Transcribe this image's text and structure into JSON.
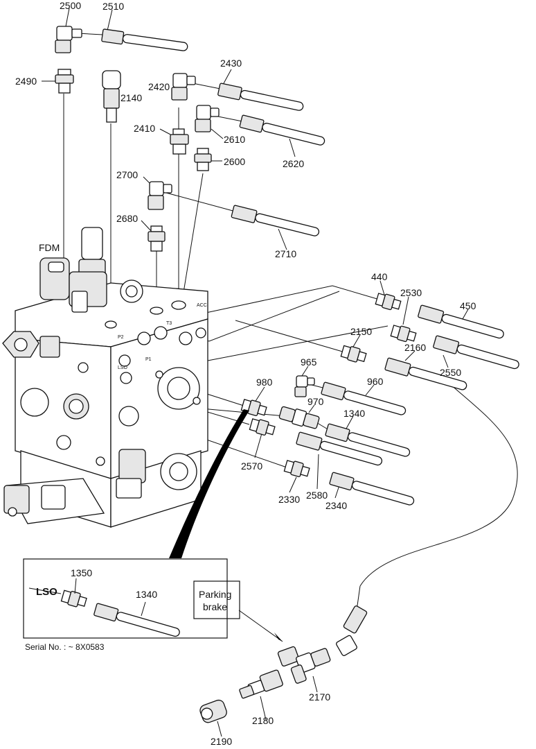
{
  "labels": {
    "p2500": "2500",
    "p2510": "2510",
    "p2490": "2490",
    "p2140": "2140",
    "p2430": "2430",
    "p2420": "2420",
    "p2410": "2410",
    "p2610": "2610",
    "p2600": "2600",
    "p2620": "2620",
    "p2700": "2700",
    "p2680": "2680",
    "p2710": "2710",
    "fdm": "FDM",
    "p440": "440",
    "p2530": "2530",
    "p450": "450",
    "p2150": "2150",
    "p2160": "2160",
    "p2550": "2550",
    "p965": "965",
    "p980": "980",
    "p960": "960",
    "p970": "970",
    "p1340": "1340",
    "p2570": "2570",
    "p2330": "2330",
    "p2580": "2580",
    "p2340": "2340"
  },
  "inset": {
    "lso": "LSO",
    "p1350": "1350",
    "p1340": "1340",
    "serial": "Serial No. : ~ 8X0583"
  },
  "parking": {
    "line1": "Parking",
    "line2": "brake",
    "p2170": "2170",
    "p2180": "2180",
    "p2190": "2190"
  },
  "block_marks": {
    "lso": "LSO",
    "p1": "P1",
    "p2": "P2",
    "t3": "T3",
    "acc": "ACC"
  }
}
